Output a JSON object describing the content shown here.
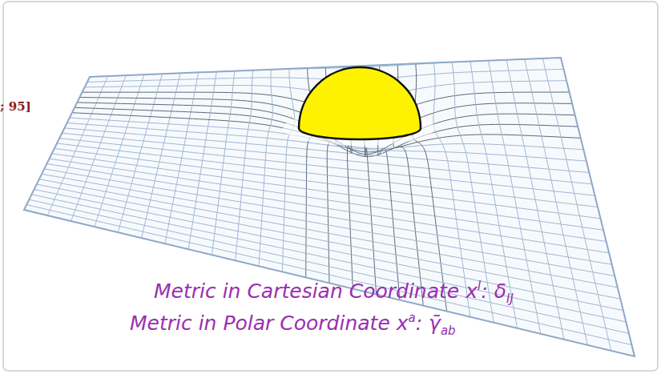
{
  "diagram": {
    "labels": [
      "; 95]",
      "Metric in Cartesian Coordinate x",
      "I",
      ": δ",
      "IJ",
      "Metric in Polar Coordinate x",
      "a",
      ": γ̄",
      "ab"
    ]
  }
}
